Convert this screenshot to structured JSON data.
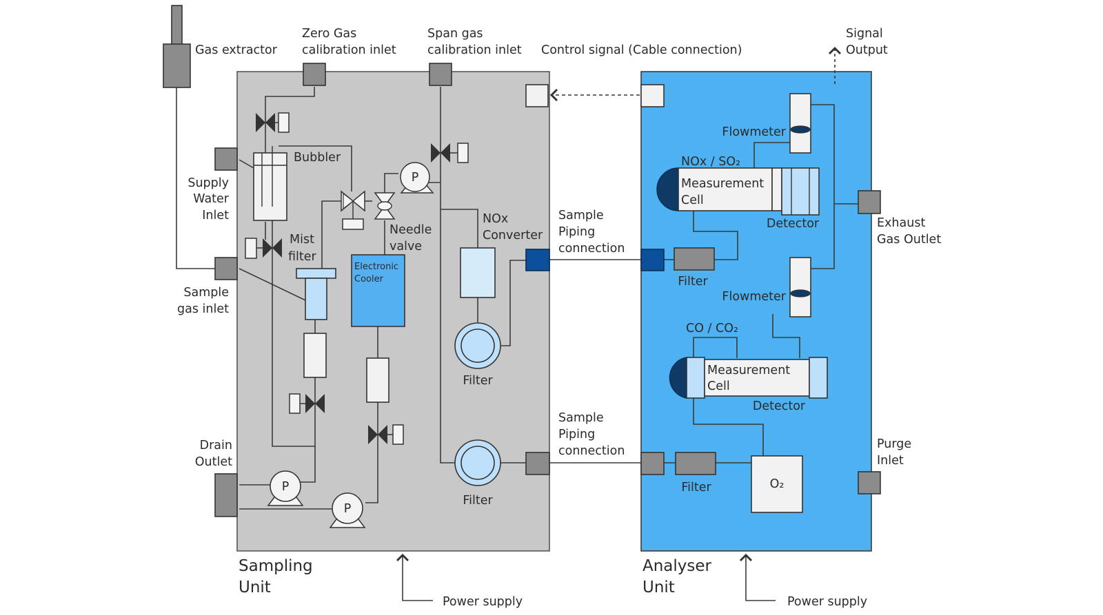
{
  "colors": {
    "sampling_unit_fill": "#c8c8c8",
    "analyser_unit_fill": "#4eb1f2",
    "connector_grey": "#8c8c8c",
    "connector_dark_blue": "#0c4f9a",
    "light_blue": "#bfe0fb",
    "cell_cap": "#0f3a66"
  },
  "units": {
    "sampling_line1": "Sampling",
    "sampling_line2": "Unit",
    "analyser_line1": "Analyser",
    "analyser_line2": "Unit"
  },
  "labels": {
    "gas_extractor": "Gas extractor",
    "zero_gas_1": "Zero Gas",
    "zero_gas_2": "calibration inlet",
    "span_gas_1": "Span gas",
    "span_gas_2": "calibration inlet",
    "control_signal": "Control signal (Cable connection)",
    "signal_output_1": "Signal",
    "signal_output_2": "Output",
    "bubbler": "Bubbler",
    "supply_water_1": "Supply",
    "supply_water_2": "Water",
    "supply_water_3": "Inlet",
    "sample_gas_1": "Sample",
    "sample_gas_2": "gas inlet",
    "mist_filter_1": "Mist",
    "mist_filter_2": "filter",
    "needle_valve_1": "Needle",
    "needle_valve_2": "valve",
    "electronic_cooler_1": "Electronic",
    "electronic_cooler_2": "Cooler",
    "nox_converter_1": "NOx",
    "nox_converter_2": "Converter",
    "filter_upper": "Filter",
    "filter_lower": "Filter",
    "drain_1": "Drain",
    "drain_2": "Outlet",
    "pump_symbol": "P",
    "sample_piping_upper_1": "Sample",
    "sample_piping_upper_2": "Piping",
    "sample_piping_upper_3": "connection",
    "sample_piping_lower_1": "Sample",
    "sample_piping_lower_2": "Piping",
    "sample_piping_lower_3": "connection",
    "flowmeter_upper": "Flowmeter",
    "flowmeter_lower": "Flowmeter",
    "nox_so2": "NOx / SO₂",
    "co_co2": "CO / CO₂",
    "meas_cell_upper_1": "Measurement",
    "meas_cell_upper_2": "Cell",
    "meas_cell_lower_1": "Measurement",
    "meas_cell_lower_2": "Cell",
    "detector_upper": "Detector",
    "detector_lower": "Detector",
    "analyser_filter_upper": "Filter",
    "analyser_filter_lower": "Filter",
    "o2": "O₂",
    "exhaust_1": "Exhaust",
    "exhaust_2": "Gas Outlet",
    "purge_1": "Purge",
    "purge_2": "Inlet",
    "power_supply_left": "Power supply",
    "power_supply_right": "Power supply"
  }
}
